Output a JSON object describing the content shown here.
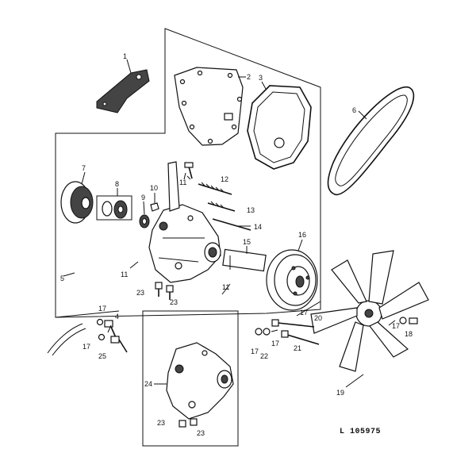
{
  "diagram": {
    "reference": "L 105975",
    "callouts": [
      {
        "id": "c1",
        "text": "1"
      },
      {
        "id": "c2",
        "text": "2"
      },
      {
        "id": "c3",
        "text": "3"
      },
      {
        "id": "c4",
        "text": "4"
      },
      {
        "id": "c5",
        "text": "5"
      },
      {
        "id": "c6",
        "text": "6"
      },
      {
        "id": "c7",
        "text": "7"
      },
      {
        "id": "c8",
        "text": "8"
      },
      {
        "id": "c9",
        "text": "9"
      },
      {
        "id": "c10",
        "text": "10"
      },
      {
        "id": "c11a",
        "text": "11"
      },
      {
        "id": "c11b",
        "text": "11"
      },
      {
        "id": "c11c",
        "text": "11"
      },
      {
        "id": "c12",
        "text": "12"
      },
      {
        "id": "c13",
        "text": "13"
      },
      {
        "id": "c14",
        "text": "14"
      },
      {
        "id": "c15",
        "text": "15"
      },
      {
        "id": "c16",
        "text": "16"
      },
      {
        "id": "c17a",
        "text": "17"
      },
      {
        "id": "c17b",
        "text": "17"
      },
      {
        "id": "c17c",
        "text": "17"
      },
      {
        "id": "c17d",
        "text": "17"
      },
      {
        "id": "c17e",
        "text": "17"
      },
      {
        "id": "c17f",
        "text": "17"
      },
      {
        "id": "c18",
        "text": "18"
      },
      {
        "id": "c19",
        "text": "19"
      },
      {
        "id": "c20",
        "text": "20"
      },
      {
        "id": "c21",
        "text": "21"
      },
      {
        "id": "c22",
        "text": "22"
      },
      {
        "id": "c23a",
        "text": "23"
      },
      {
        "id": "c23b",
        "text": "23"
      },
      {
        "id": "c23c",
        "text": "23"
      },
      {
        "id": "c23d",
        "text": "23"
      },
      {
        "id": "c24",
        "text": "24"
      },
      {
        "id": "c25",
        "text": "25"
      }
    ]
  }
}
